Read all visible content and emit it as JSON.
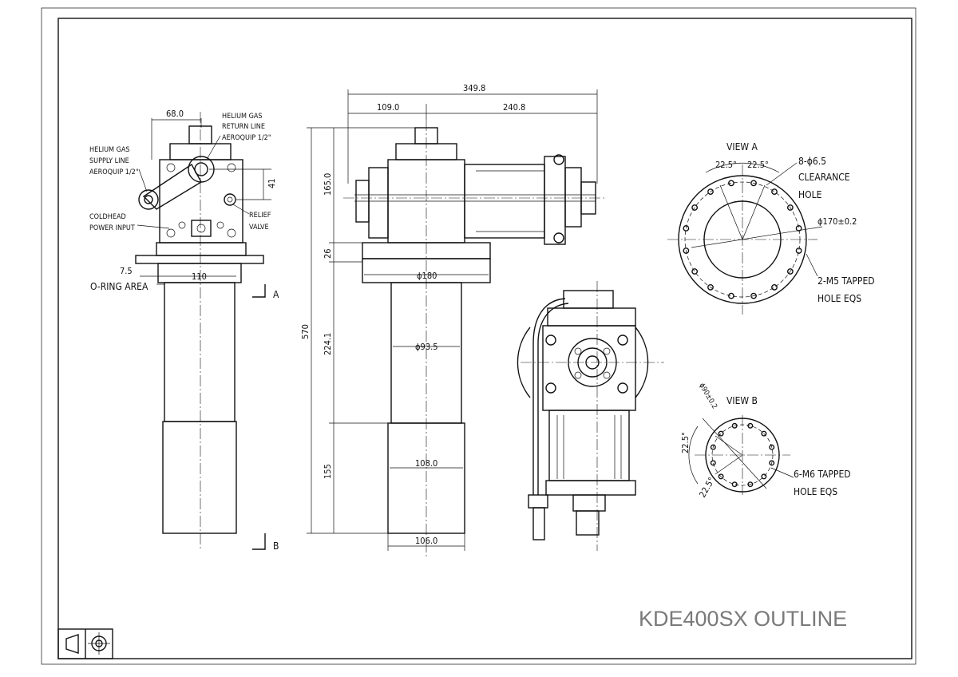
{
  "title": "KDE400SX OUTLINE",
  "colors": {
    "line": "#111111",
    "title": "#7a7a7a",
    "background": "#ffffff"
  },
  "side_view": {
    "width_top": "68.0",
    "offset_41": "41",
    "oring_7_5": "7.5",
    "width_110": "110",
    "labels": {
      "helium_return_1": "HELIUM GAS",
      "helium_return_2": "RETURN LINE",
      "helium_return_3": "AEROQUIP 1/2\"",
      "helium_supply_1": "HELIUM GAS",
      "helium_supply_2": "SUPPLY LINE",
      "helium_supply_3": "AEROQUIP 1/2\"",
      "coldhead_1": "COLDHEAD",
      "coldhead_2": "POWER INPUT",
      "relief_1": "RELIEF",
      "relief_2": "VALVE",
      "oring": "O-RING AREA",
      "section_a": "A",
      "section_b": "B"
    }
  },
  "front_view": {
    "overall_width": "349.8",
    "w_109": "109.0",
    "w_240": "240.8",
    "h_165": "165.0",
    "h_26": "26",
    "h_570": "570",
    "h_224": "224.1",
    "h_155": "155",
    "dia_180": "ϕ180",
    "dia_93": "ϕ93.5",
    "w_108": "108.0",
    "w_106": "106.0"
  },
  "view_a": {
    "title": "VIEW A",
    "angle_1": "22.5°",
    "angle_2": "22.5°",
    "holes_1": "8-ϕ6.5",
    "holes_2": "CLEARANCE",
    "holes_3": "HOLE",
    "bolt_circle": "ϕ170±0.2",
    "tapped_1": "2-M5 TAPPED",
    "tapped_2": "HOLE EQS"
  },
  "view_b": {
    "title": "VIEW B",
    "bolt_circle": "ϕ90±0.2",
    "angle_1": "22.5°",
    "angle_2": "22.5°",
    "tapped_1": "6-M6 TAPPED",
    "tapped_2": "HOLE EQS"
  }
}
